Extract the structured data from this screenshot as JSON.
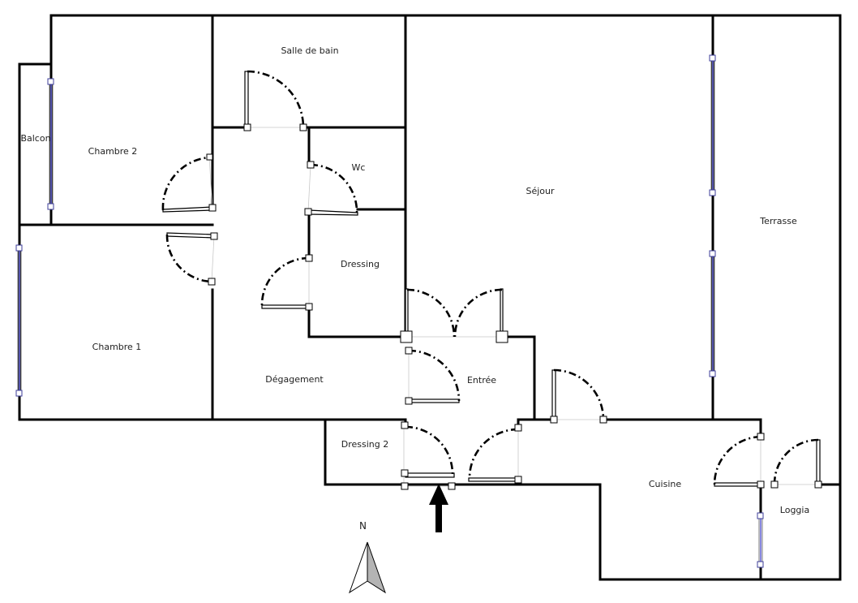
{
  "rooms": {
    "salle_de_bain": "Salle de bain",
    "balcon": "Balcon",
    "chambre_2": "Chambre 2",
    "wc": "Wc",
    "sejour": "Séjour",
    "terrasse": "Terrasse",
    "dressing": "Dressing",
    "chambre_1": "Chambre 1",
    "degagement": "Dégagement",
    "entree": "Entrée",
    "dressing_2": "Dressing 2",
    "cuisine": "Cuisine",
    "loggia": "Loggia"
  },
  "compass": {
    "label": "N"
  },
  "icons": {
    "compass": "north-arrow-icon",
    "entrance": "entrance-arrow-icon"
  },
  "colors": {
    "wall": "#000000",
    "window": "#6a6ad8"
  }
}
